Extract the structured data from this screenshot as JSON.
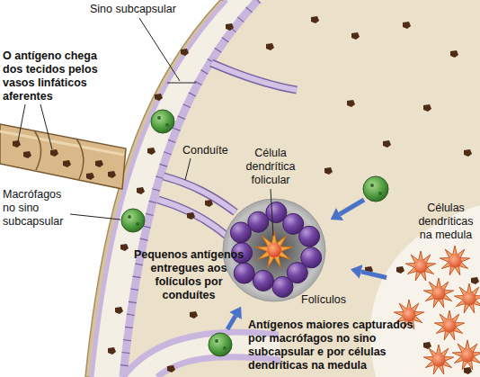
{
  "diagram": {
    "nodes": [
      {
        "text": [
          "Células dendríticas na medula"
        ]
      },
      {
        "text": [
          "Folículos"
        ]
      }
    ],
    "edges": [
      {
        "from": 0,
        "to": 1,
        "arrow": "to"
      }
    ],
    "labels": [
      "Sino subcapsular",
      "O antígeno chega dos tecidos pelos vasos linfáticos aferentes",
      "Conduíte",
      "Célula dendrítica folicular",
      "Macrófagos no sino subcapsular",
      "Pequenos antígenos entregues aos folículos por conduítes",
      "Antígenos maiores capturados por macrófagos no sino subcapsular e por células dendríticas na medula"
    ]
  }
}
